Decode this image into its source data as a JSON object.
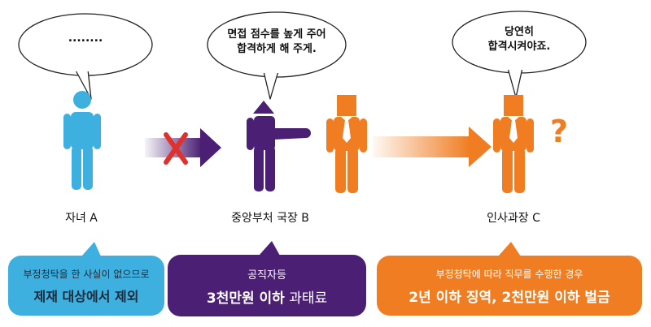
{
  "bubbles": {
    "a": "........",
    "b_line1": "면접 점수를 높게 주어",
    "b_line2": "합격하게 해 주게.",
    "c_line1": "당연히",
    "c_line2": "합격시켜야죠."
  },
  "people": {
    "a": "자녀 A",
    "b": "중앙부처 국장 B",
    "c": "인사과장 C"
  },
  "question_mark": "?",
  "boxes": {
    "a": {
      "line1": "부정청탁을 한 사실이 없으므로",
      "line2": "제재 대상에서 제외"
    },
    "b": {
      "line1": "공직자등",
      "line2_bold": "3천만원 이하",
      "line2_rest": " 과태료"
    },
    "c": {
      "line1": "부정청탁에 따라 직무를 수행한 경우",
      "line2": "2년 이하 징역, 2천만원 이하 벌금"
    }
  },
  "colors": {
    "blue": "#3db0e0",
    "purple": "#4a1f74",
    "orange": "#f07d22",
    "red_x": "#e0312f"
  }
}
